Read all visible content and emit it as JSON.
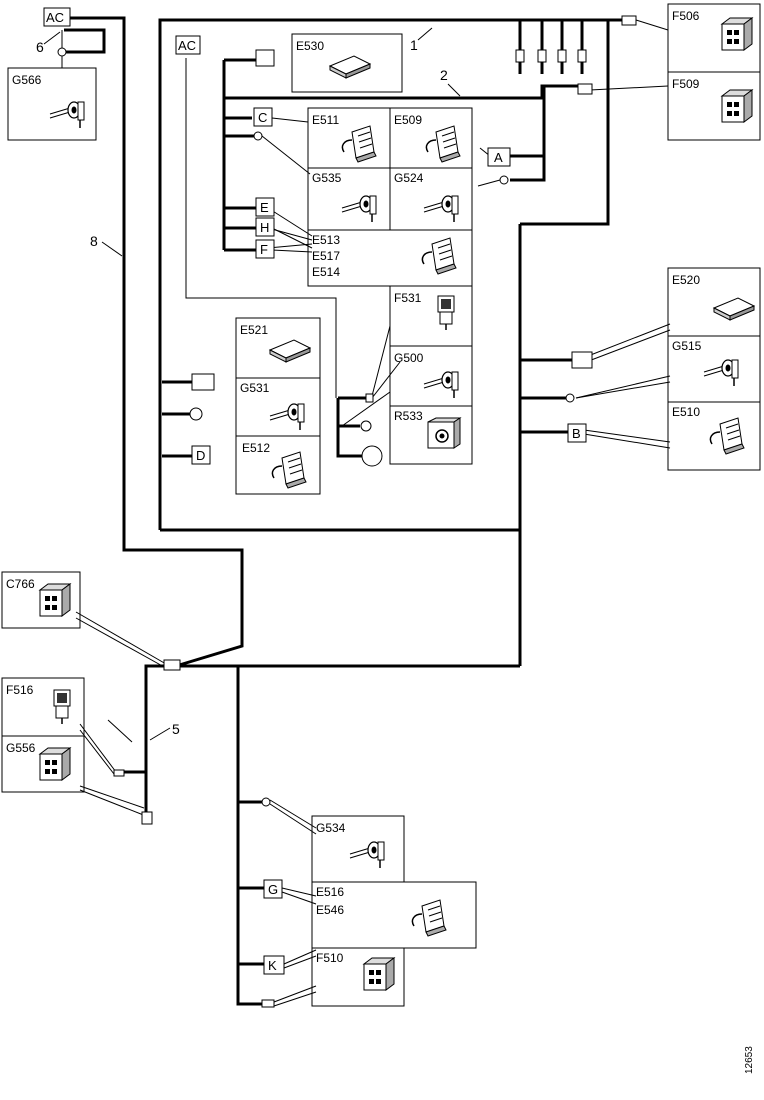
{
  "wire_numbers": {
    "n1": "1",
    "n2": "2",
    "n5": "5",
    "n6": "6",
    "n8": "8"
  },
  "tags": {
    "ac_top": "AC",
    "ac_mid": "AC",
    "a": "A",
    "b": "B",
    "c": "C",
    "d": "D",
    "e": "E",
    "f": "F",
    "g": "G",
    "h": "H",
    "k": "K"
  },
  "components": {
    "g566": "G566",
    "e530": "E530",
    "f506": "F506",
    "f509": "F509",
    "e511": "E511",
    "e509": "E509",
    "g535": "G535",
    "g524": "G524",
    "e513": "E513",
    "e517": "E517",
    "e514": "E514",
    "e521": "E521",
    "g531": "G531",
    "e512": "E512",
    "f531": "F531",
    "g500": "G500",
    "r533": "R533",
    "e520": "E520",
    "g515": "G515",
    "e510": "E510",
    "c766": "C766",
    "f516": "F516",
    "g556": "G556",
    "g534": "G534",
    "e516": "E516",
    "e546": "E546",
    "f510": "F510"
  },
  "side_code": "12653"
}
